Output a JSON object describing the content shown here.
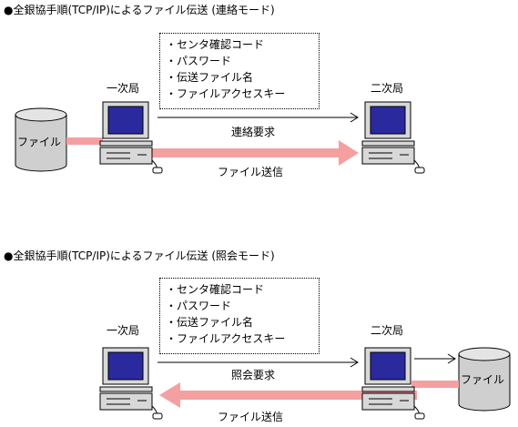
{
  "section1": {
    "title": "●全銀協手順(TCP/IP)によるファイル伝送 (連絡モード)",
    "bullets": [
      "・センタ確認コード",
      "・パスワード",
      "・伝送ファイル名",
      "・ファイルアクセスキー"
    ],
    "primary_label": "一次局",
    "secondary_label": "二次局",
    "file_label": "ファイル",
    "request_label": "連絡要求",
    "transfer_label": "ファイル送信"
  },
  "section2": {
    "title": "●全銀協手順(TCP/IP)によるファイル伝送 (照会モード)",
    "bullets": [
      "・センタ確認コード",
      "・パスワード",
      "・伝送ファイル名",
      "・ファイルアクセスキー"
    ],
    "primary_label": "一次局",
    "secondary_label": "二次局",
    "file_label": "ファイル",
    "request_label": "照会要求",
    "transfer_label": "ファイル送信"
  },
  "colors": {
    "monitor_screen": "#2a2a9e",
    "pc_body": "#d8d8d8",
    "file_arrow": "#f4a0a0",
    "cylinder": "#cfcfcf"
  }
}
